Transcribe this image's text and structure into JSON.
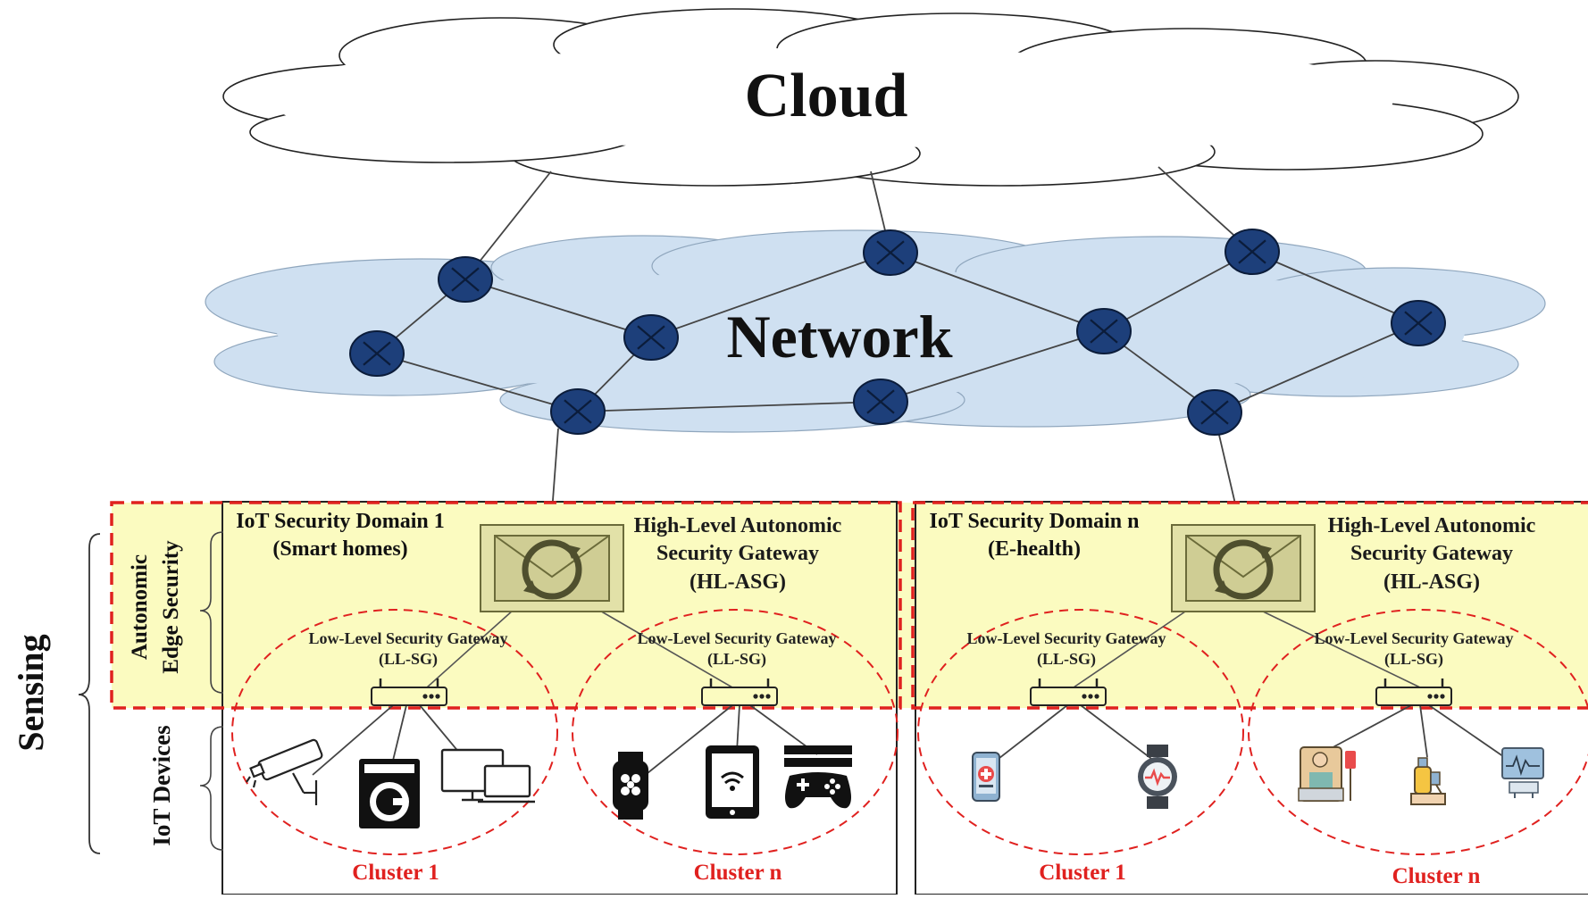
{
  "cloud": {
    "label": "Cloud"
  },
  "network": {
    "label": "Network"
  },
  "layers": {
    "sensing": "Sensing",
    "autonomic_edge_line1": "Autonomic",
    "autonomic_edge_line2": "Edge Security",
    "iot_devices": "IoT Devices"
  },
  "domains": [
    {
      "title_line1": "IoT Security Domain 1",
      "title_line2": "(Smart homes)",
      "hl_line1": "High-Level Autonomic",
      "hl_line2": "Security Gateway",
      "hl_line3": "(HL-ASG)",
      "clusters": [
        {
          "ll_line1": "Low-Level Security Gateway",
          "ll_line2": "(LL-SG)",
          "label": "Cluster 1",
          "devices": [
            "security-camera-icon",
            "washing-machine-icon",
            "computer-monitors-icon"
          ]
        },
        {
          "ll_line1": "Low-Level Security Gateway",
          "ll_line2": "(LL-SG)",
          "label": "Cluster n",
          "devices": [
            "smartwatch-icon",
            "tablet-wifi-icon",
            "game-console-icon"
          ]
        }
      ]
    },
    {
      "title_line1": "IoT Security Domain n",
      "title_line2": "(E-health)",
      "hl_line1": "High-Level Autonomic",
      "hl_line2": "Security Gateway",
      "hl_line3": "(HL-ASG)",
      "clusters": [
        {
          "ll_line1": "Low-Level Security Gateway",
          "ll_line2": "(LL-SG)",
          "label": "Cluster 1",
          "devices": [
            "health-phone-icon",
            "heart-rate-watch-icon"
          ]
        },
        {
          "ll_line1": "Low-Level Security Gateway",
          "ll_line2": "(LL-SG)",
          "label": "Cluster n",
          "devices": [
            "hospital-patient-icon",
            "iv-drip-icon",
            "medical-monitor-icon"
          ]
        }
      ]
    }
  ],
  "colors": {
    "network_fill": "#cfe0f1",
    "router_fill": "#1d3f7a",
    "edge_band": "#fbfbc0",
    "dashed_red": "#e0211f",
    "gateway_fill": "#cfcd94"
  }
}
